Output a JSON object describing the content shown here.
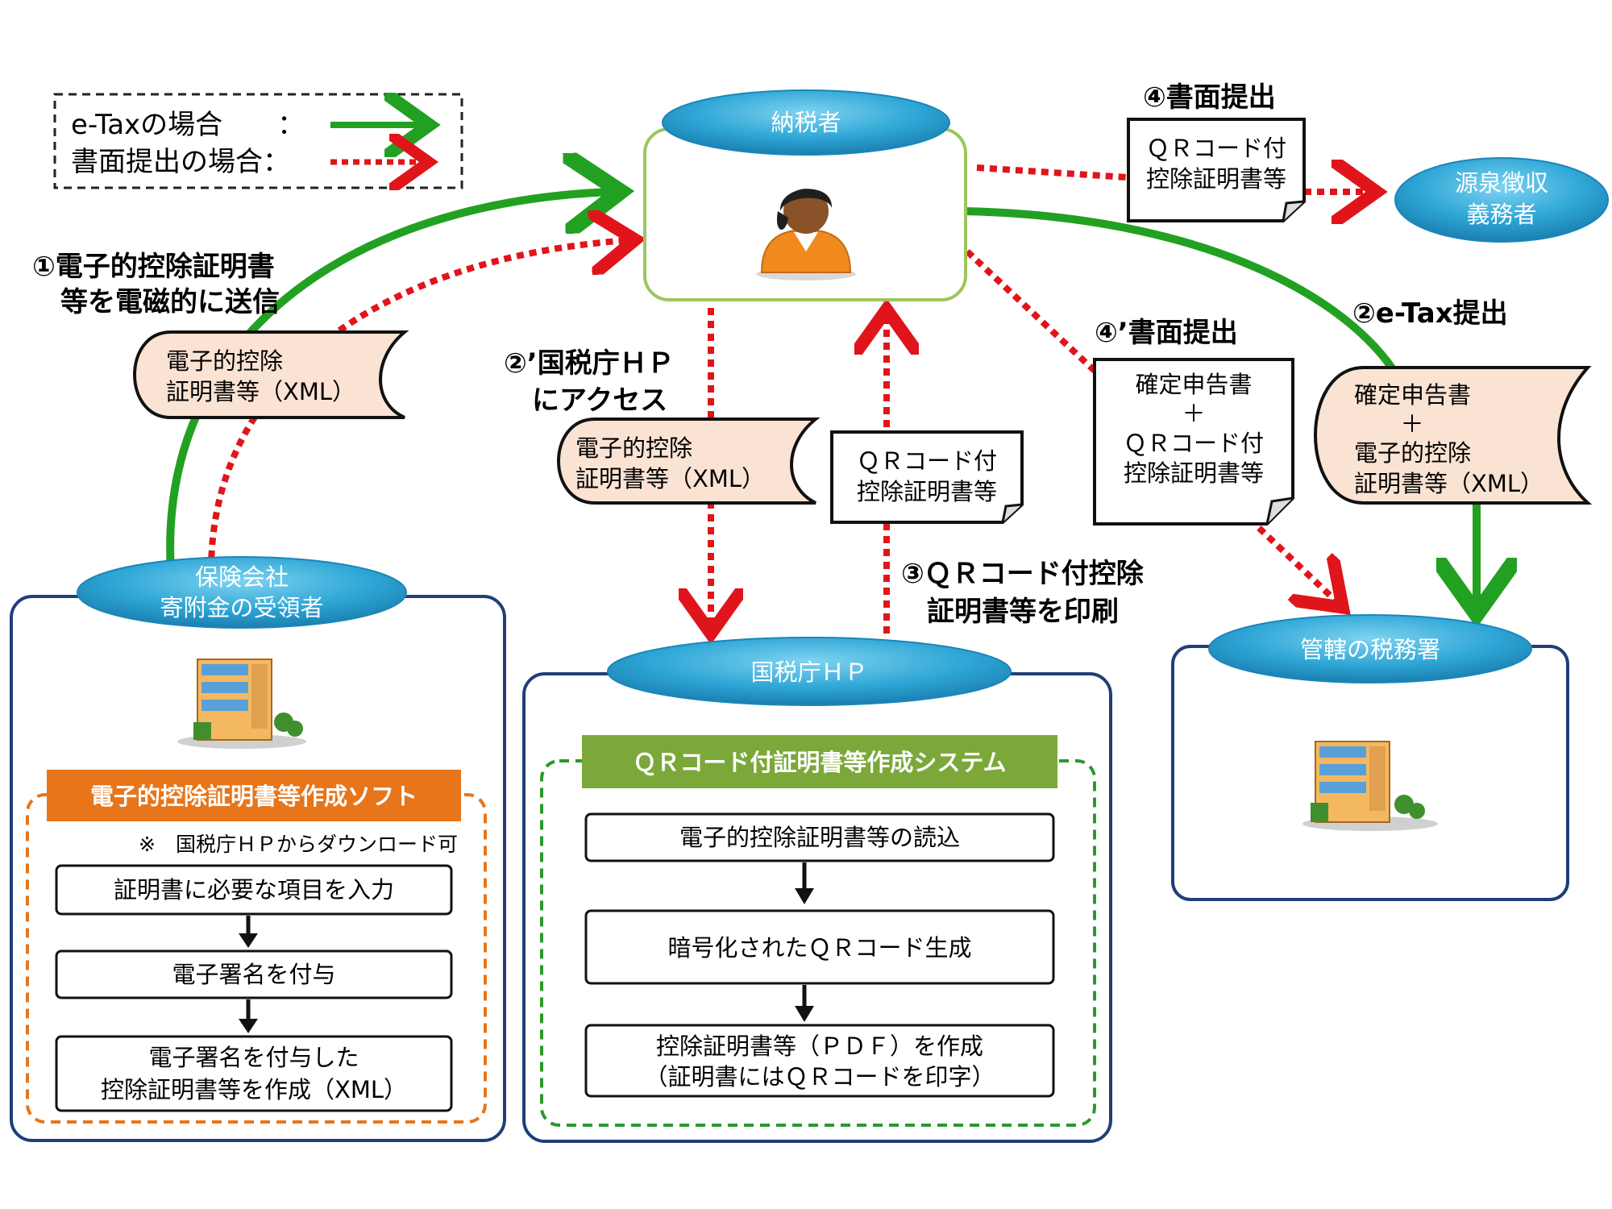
{
  "legend": {
    "etax": "e-Taxの場合　　：",
    "paper": "書面提出の場合："
  },
  "nodes": {
    "taxpayer": "納税者",
    "withholder": [
      "源泉徴収",
      "義務者"
    ],
    "insurer": [
      "保険会社",
      "寄附金の受領者"
    ],
    "nta_hp": "国税庁ＨＰ",
    "tax_office": "管轄の税務署"
  },
  "steps": {
    "s1": [
      "①電子的控除証明書",
      "等を電磁的に送信"
    ],
    "s2p": [
      "②’国税庁ＨＰ",
      "にアクセス"
    ],
    "s3": [
      "③ＱＲコード付控除",
      "証明書等を印刷"
    ],
    "s4": "④書面提出",
    "s4p": "④’書面提出",
    "s2": "②e-Tax提出"
  },
  "documents": {
    "xml_left": [
      "電子的控除",
      "証明書等（XML）"
    ],
    "xml_center": [
      "電子的控除",
      "証明書等（XML）"
    ],
    "qr_center": [
      "ＱＲコード付",
      "控除証明書等"
    ],
    "qr_top": [
      "ＱＲコード付",
      "控除証明書等"
    ],
    "return_qr": [
      "確定申告書",
      "＋",
      "ＱＲコード付",
      "控除証明書等"
    ],
    "return_xml": [
      "確定申告書",
      "＋",
      "電子的控除",
      "証明書等（XML）"
    ]
  },
  "software": {
    "title": "電子的控除証明書等作成ソフト",
    "note": "※　国税庁ＨＰからダウンロード可",
    "steps": [
      "証明書に必要な項目を入力",
      "電子署名を付与",
      "電子署名を付与した",
      "控除証明書等を作成（XML）"
    ]
  },
  "system": {
    "title": "ＱＲコード付証明書等作成システム",
    "steps": [
      "電子的控除証明書等の読込",
      "暗号化されたＱＲコード生成",
      "控除証明書等（ＰＤＦ）を作成",
      "（証明書にはＱＲコードを印字）"
    ]
  },
  "colors": {
    "green": "#22a022",
    "red": "#e0151b",
    "oval": "#3aaed8",
    "navy": "#1f3f78",
    "orange": "#e8751a",
    "system_green": "#7ca83a",
    "doc_fill": "#fbe3d4"
  }
}
